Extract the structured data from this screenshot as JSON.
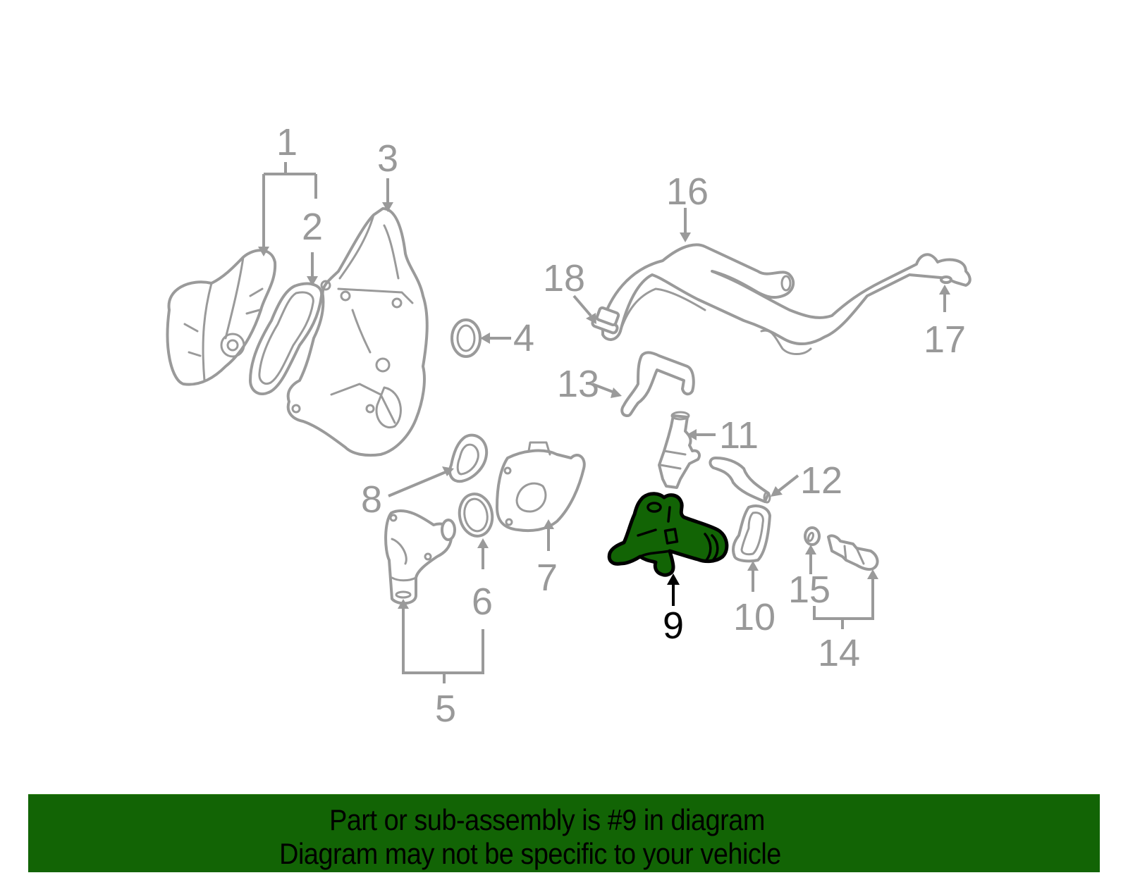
{
  "diagram": {
    "highlighted_part": "9",
    "highlight_color": "#126405",
    "part_line_color": "#9a9a9a",
    "callouts": [
      {
        "id": "1",
        "label": "1"
      },
      {
        "id": "2",
        "label": "2"
      },
      {
        "id": "3",
        "label": "3"
      },
      {
        "id": "4",
        "label": "4"
      },
      {
        "id": "5",
        "label": "5"
      },
      {
        "id": "6",
        "label": "6"
      },
      {
        "id": "7",
        "label": "7"
      },
      {
        "id": "8",
        "label": "8"
      },
      {
        "id": "9",
        "label": "9"
      },
      {
        "id": "10",
        "label": "10"
      },
      {
        "id": "11",
        "label": "11"
      },
      {
        "id": "12",
        "label": "12"
      },
      {
        "id": "13",
        "label": "13"
      },
      {
        "id": "14",
        "label": "14"
      },
      {
        "id": "15",
        "label": "15"
      },
      {
        "id": "16",
        "label": "16"
      },
      {
        "id": "17",
        "label": "17"
      },
      {
        "id": "18",
        "label": "18"
      }
    ]
  },
  "banner": {
    "background": "#126405",
    "line1": "Part or sub-assembly is #9 in diagram",
    "line2": "Diagram may not be specific to your vehicle"
  }
}
